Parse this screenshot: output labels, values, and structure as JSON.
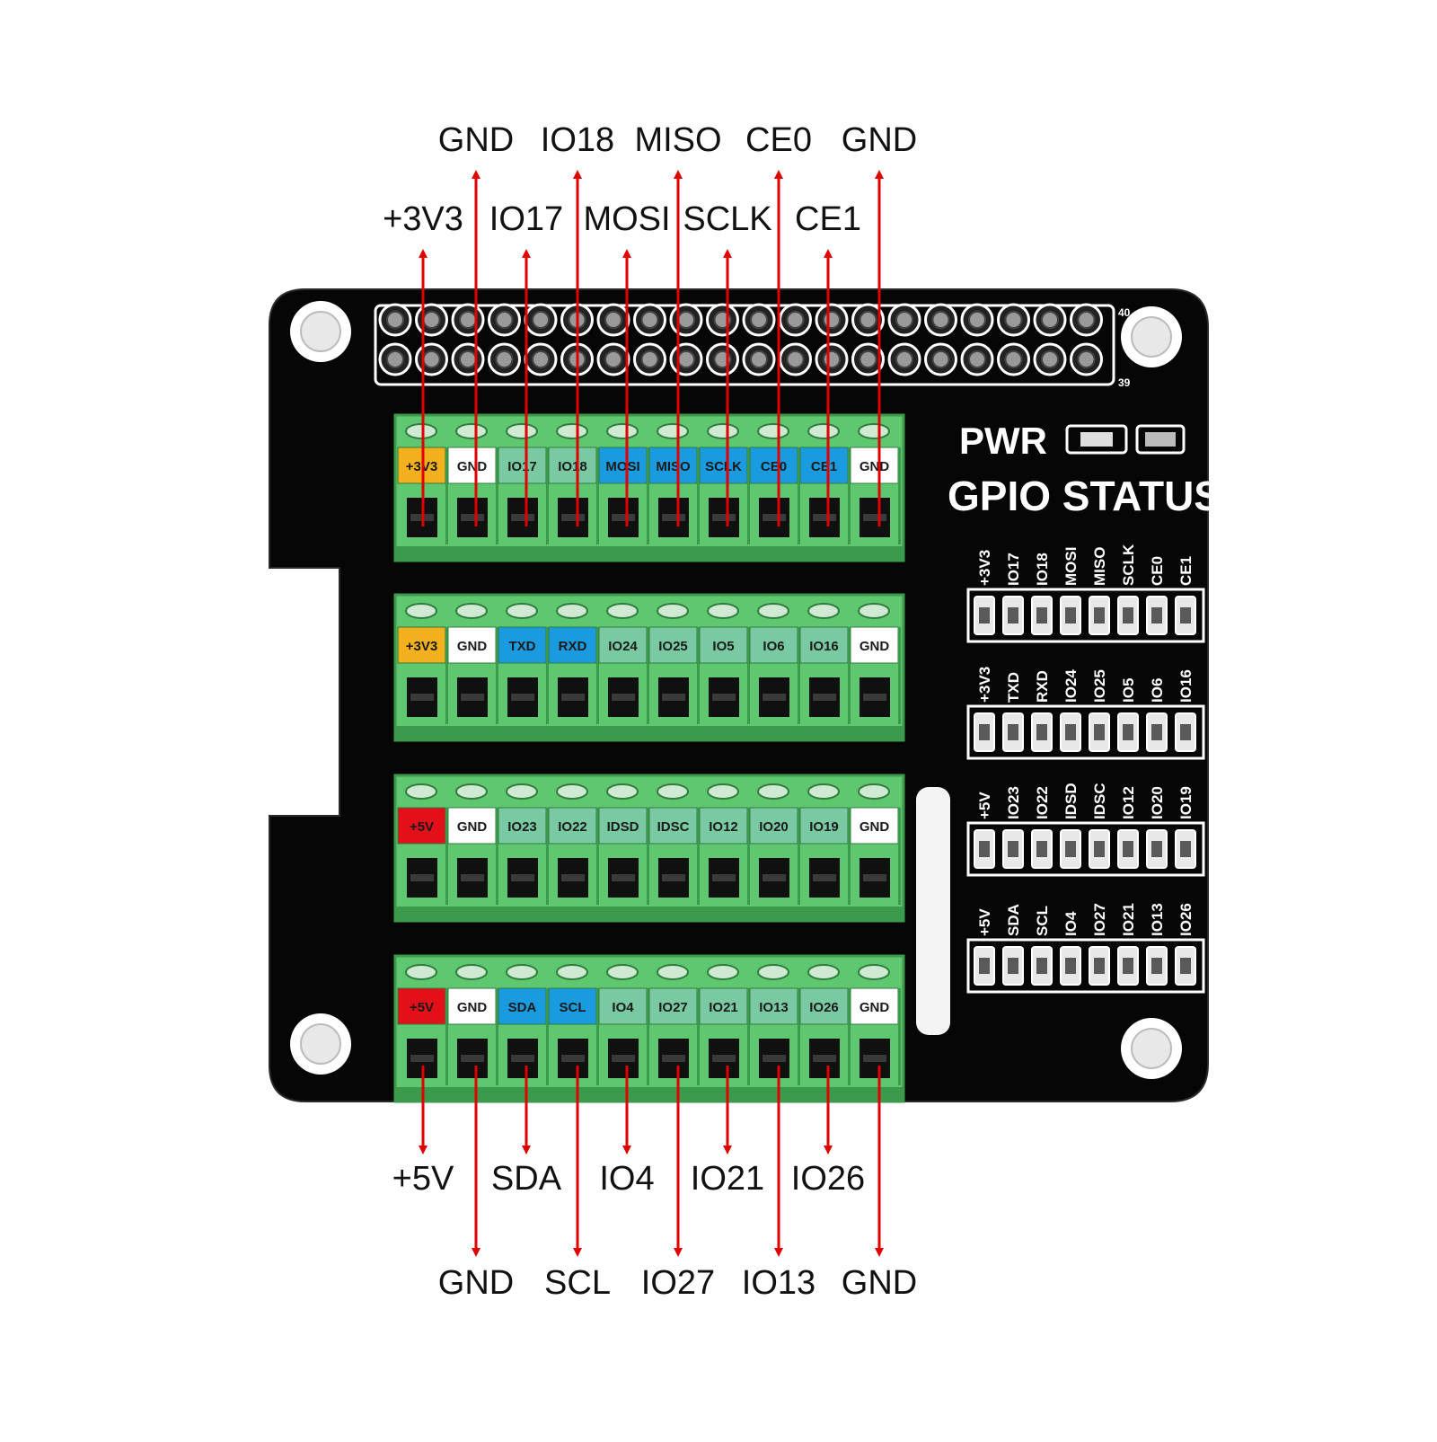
{
  "colors": {
    "arrow": "#e00000",
    "board": "#060606",
    "terminal": "#5fc770",
    "terminal_dark": "#3c9a4c",
    "power3v3": "#f2b01e",
    "power5v": "#e3101a",
    "gnd": "#ffffff",
    "io": "#79c9a2",
    "comm": "#1a9be0"
  },
  "top_callouts": {
    "upper": [
      "GND",
      "IO18",
      "MISO",
      "CE0",
      "GND"
    ],
    "lower": [
      "+3V3",
      "IO17",
      "MOSI",
      "SCLK",
      "CE1"
    ]
  },
  "bottom_callouts": {
    "upper": [
      "+5V",
      "SDA",
      "IO4",
      "IO21",
      "IO26"
    ],
    "lower": [
      "GND",
      "SCL",
      "IO27",
      "IO13",
      "GND"
    ]
  },
  "header": {
    "pin_top_label": "40",
    "pin_bottom_label": "39"
  },
  "pwr_label": "PWR",
  "status_title": "GPIO STATUS",
  "terminal_rows": [
    {
      "labels": [
        "+3V3",
        "GND",
        "IO17",
        "IO18",
        "MOSI",
        "MISO",
        "SCLK",
        "CE0",
        "CE1",
        "GND"
      ],
      "types": [
        "p3",
        "gnd",
        "io",
        "io",
        "comm",
        "comm",
        "comm",
        "comm",
        "comm",
        "gnd"
      ]
    },
    {
      "labels": [
        "+3V3",
        "GND",
        "TXD",
        "RXD",
        "IO24",
        "IO25",
        "IO5",
        "IO6",
        "IO16",
        "GND"
      ],
      "types": [
        "p3",
        "gnd",
        "comm",
        "comm",
        "io",
        "io",
        "io",
        "io",
        "io",
        "gnd"
      ]
    },
    {
      "labels": [
        "+5V",
        "GND",
        "IO23",
        "IO22",
        "IDSD",
        "IDSC",
        "IO12",
        "IO20",
        "IO19",
        "GND"
      ],
      "types": [
        "p5",
        "gnd",
        "io",
        "io",
        "io",
        "io",
        "io",
        "io",
        "io",
        "gnd"
      ]
    },
    {
      "labels": [
        "+5V",
        "GND",
        "SDA",
        "SCL",
        "IO4",
        "IO27",
        "IO21",
        "IO13",
        "IO26",
        "GND"
      ],
      "types": [
        "p5",
        "gnd",
        "comm",
        "comm",
        "io",
        "io",
        "io",
        "io",
        "io",
        "gnd"
      ]
    }
  ],
  "led_groups": [
    [
      "+3V3",
      "IO17",
      "IO18",
      "MOSI",
      "MISO",
      "SCLK",
      "CE0",
      "CE1"
    ],
    [
      "+3V3",
      "TXD",
      "RXD",
      "IO24",
      "IO25",
      "IO5",
      "IO6",
      "IO16"
    ],
    [
      "+5V",
      "IO23",
      "IO22",
      "IDSD",
      "IDSC",
      "IO12",
      "IO20",
      "IO19"
    ],
    [
      "+5V",
      "SDA",
      "SCL",
      "IO4",
      "IO27",
      "IO21",
      "IO13",
      "IO26"
    ]
  ]
}
